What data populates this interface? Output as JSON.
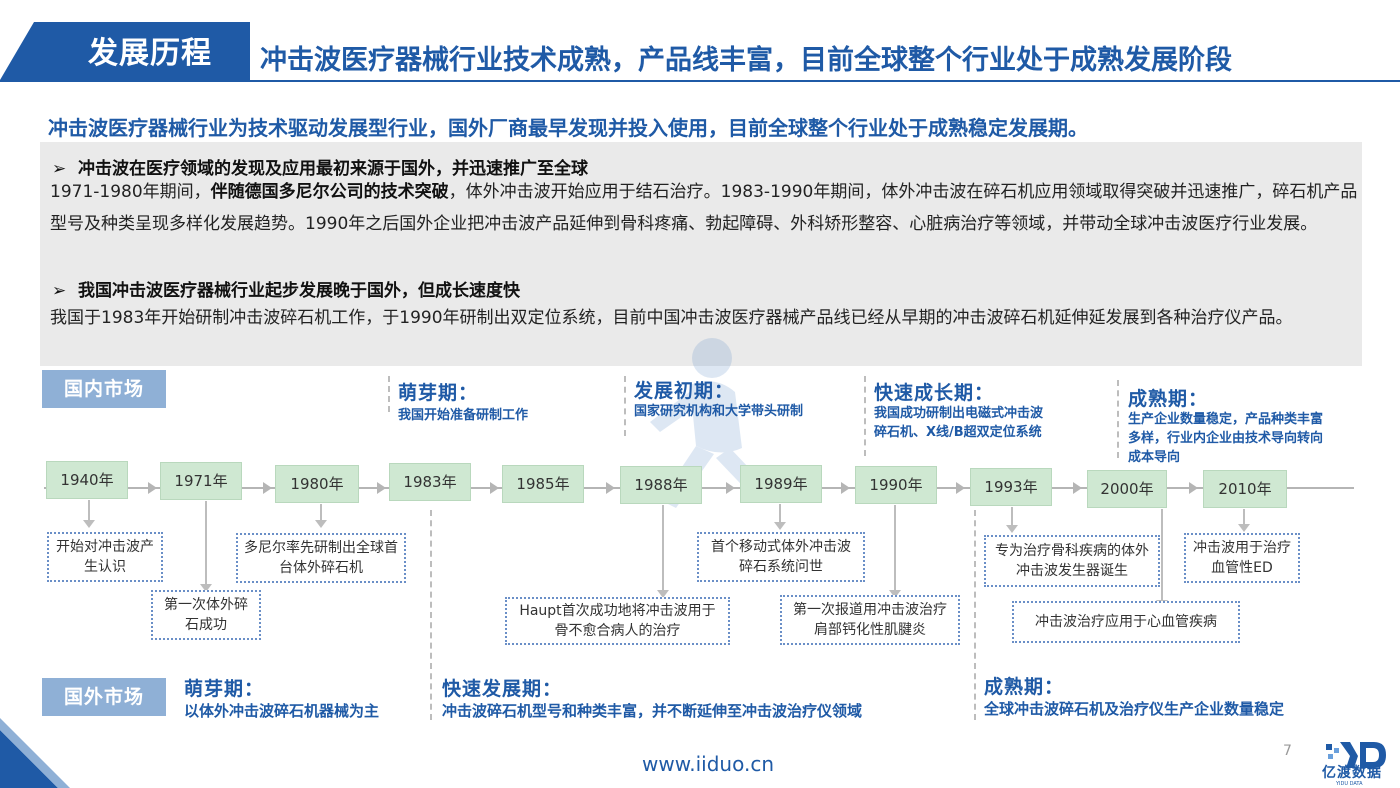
{
  "header": {
    "tab_title": "发展历程",
    "headline": "冲击波医疗器械行业技术成熟，产品线丰富，目前全球整个行业处于成熟发展阶段"
  },
  "intro": "冲击波医疗器械行业为技术驱动发展型行业，国外厂商最早发现并投入使用，目前全球整个行业处于成熟稳定发展期。",
  "panel": {
    "bullet_icon": "arrowhead-bullet",
    "section1": {
      "heading": "冲击波在医疗领域的发现及应用最初来源于国外，并迅速推广至全球",
      "body_before": "1971-1980年期间，",
      "body_bold": "伴随德国多尼尔公司的技术突破",
      "body_after": "，体外冲击波开始应用于结石治疗。1983-1990年期间，体外冲击波在碎石机应用领域取得突破并迅速推广，碎石机产品型号及种类呈现多样化发展趋势。1990年之后国外企业把冲击波产品延伸到骨科疼痛、勃起障碍、外科矫形整容、心脏病治疗等领域，并带动全球冲击波医疗行业发展。"
    },
    "section2": {
      "heading": "我国冲击波医疗器械行业起步发展晚于国外，但成长速度快",
      "body": "我国于1983年开始研制冲击波碎石机工作，于1990年研制出双定位系统，目前中国冲击波医疗器械产品线已经从早期的冲击波碎石机延伸延发展到各种治疗仪产品。"
    }
  },
  "markets": {
    "domestic": "国内市场",
    "foreign": "国外市场"
  },
  "timeline": {
    "years": [
      "1940年",
      "1971年",
      "1980年",
      "1983年",
      "1985年",
      "1988年",
      "1989年",
      "1990年",
      "1993年",
      "2000年",
      "2010年"
    ]
  },
  "domestic_phases": [
    {
      "title": "萌芽期：",
      "text": "我国开始准备研制工作"
    },
    {
      "title": "发展初期：",
      "text": "国家研究机构和大学带头研制"
    },
    {
      "title": "快速成长期：",
      "text": "我国成功研制出电磁式冲击波碎石机、X线/B超双定位系统"
    },
    {
      "title": "成熟期：",
      "text": "生产企业数量稳定，产品种类丰富多样，行业内企业由技术导向转向成本导向"
    }
  ],
  "foreign_phases": [
    {
      "title": "萌芽期：",
      "text": "以体外冲击波碎石机器械为主"
    },
    {
      "title": "快速发展期：",
      "text": "冲击波碎石机型号和种类丰富，并不断延伸至冲击波治疗仪领域"
    },
    {
      "title": "成熟期：",
      "text": "全球冲击波碎石机及治疗仪生产企业数量稳定"
    }
  ],
  "events": {
    "e1940": "开始对冲击波产生认识",
    "e1971": "第一次体外碎石成功",
    "e1980": "多尼尔率先研制出全球首台体外碎石机",
    "e1988": "Haupt首次成功地将冲击波用于骨不愈合病人的治疗",
    "e1989": "首个移动式体外冲击波碎石系统问世",
    "e1990": "第一次报道用冲击波治疗肩部钙化性肌腱炎",
    "e1993": "专为治疗骨科疾病的体外冲击波发生器诞生",
    "e2000": "冲击波治疗应用于心血管疾病",
    "e2010": "冲击波用于治疗血管性ED"
  },
  "footer": {
    "url": "www.iiduo.cn",
    "page_number": "7",
    "logo_text": "亿渡数据",
    "logo_sub": "YIDU DATA"
  },
  "colors": {
    "brand_blue": "#1f5aa6",
    "market_label": "#8fb0d6",
    "year_box": "#cfe8d2",
    "panel_bg": "#eaeaea"
  }
}
